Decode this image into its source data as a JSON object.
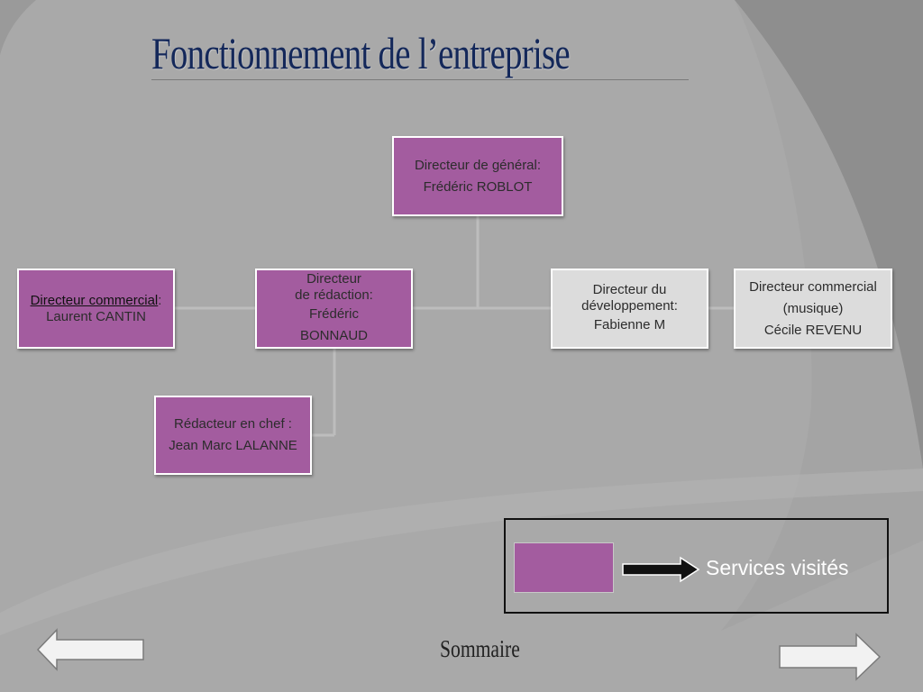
{
  "title": "Fonctionnement de l’entreprise",
  "boxes": {
    "general": {
      "line1": "Directeur de général:",
      "line2": "Frédéric ROBLOT"
    },
    "commercial": {
      "role": "Directeur  commercial",
      "colon": ":",
      "name": "Laurent CANTIN"
    },
    "redaction": {
      "line1": "Directeur",
      "line2": "de rédaction:",
      "line3": "Frédéric",
      "line4": "BONNAUD"
    },
    "chief_editor": {
      "line1": "Rédacteur en chef :",
      "line2": "Jean Marc LALANNE"
    },
    "development": {
      "line1": "Directeur du",
      "line2": "développement:",
      "line3": "Fabienne M"
    },
    "music": {
      "line1": "Directeur commercial",
      "line2": "(musique)",
      "line3": "Cécile REVENU"
    }
  },
  "legend": {
    "label": "Services visités"
  },
  "nav": {
    "sommaire": "Sommaire",
    "back_icon": "arrow-left-icon",
    "next_icon": "arrow-right-icon"
  },
  "colors": {
    "visited": "#a35c9f",
    "other": "#dcdcdc",
    "background": "#a4a4a4",
    "title": "#14285a"
  }
}
